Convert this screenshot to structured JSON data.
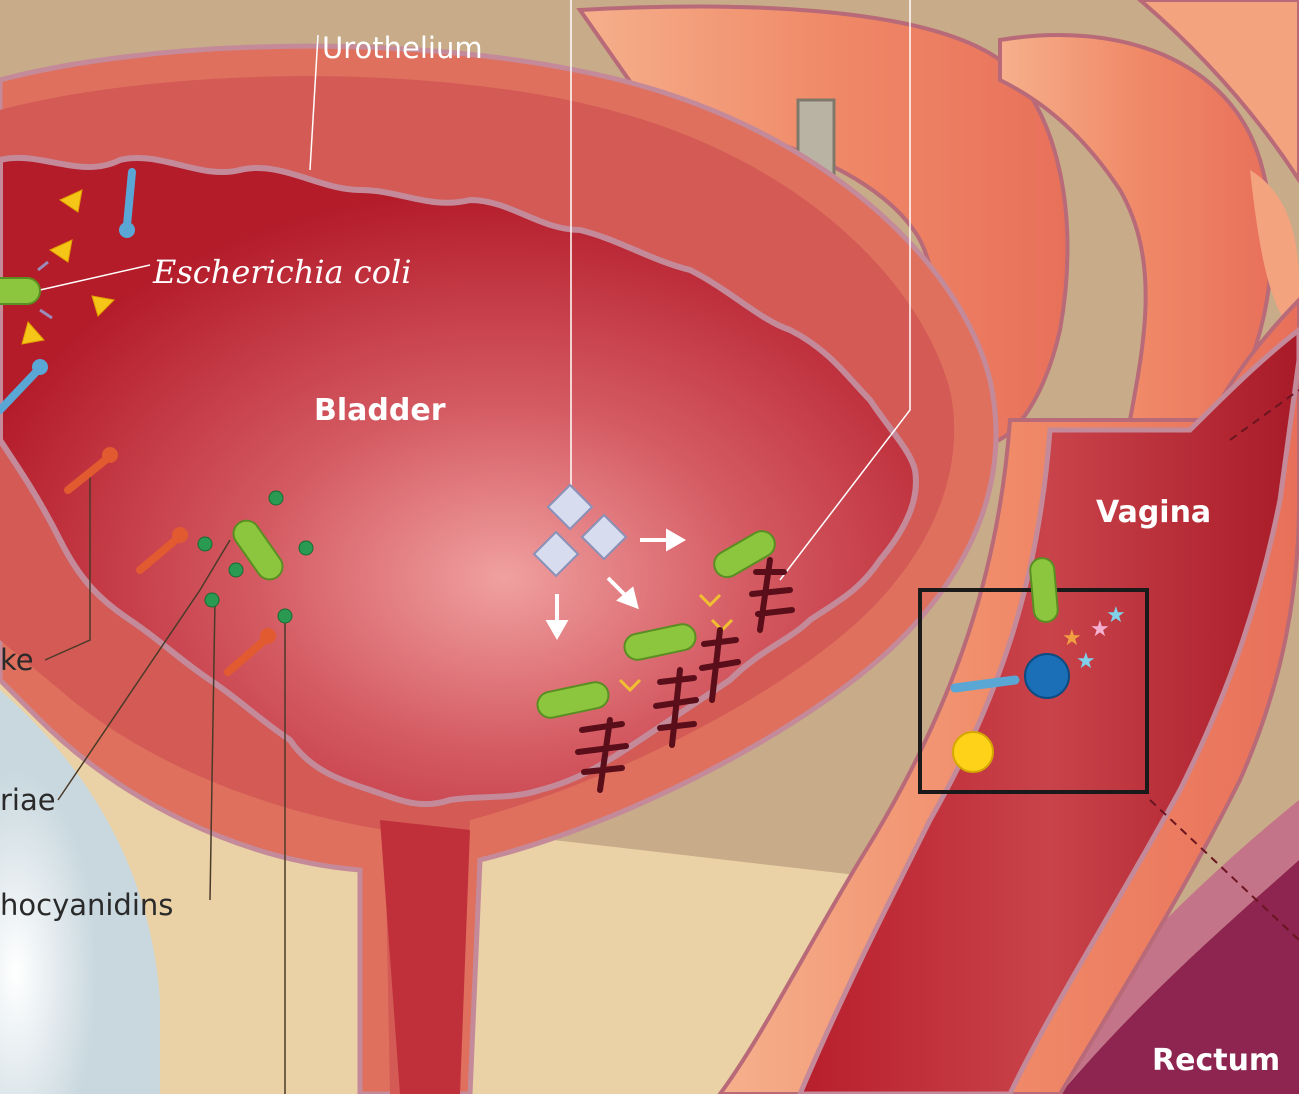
{
  "labels": {
    "urothelium": "Urothelium",
    "ecoli": "Escherichia coli",
    "bladder": "Bladder",
    "vagina": "Vagina",
    "rectum": "Rectum",
    "left_ke": "ke",
    "left_riae": "riae",
    "left_hocyanidins": "hocyanidins"
  },
  "colors": {
    "background_tan": "#c8ab88",
    "lumen_red": "#b81e2c",
    "wall_salmon": "#e0705e",
    "membrane_pink": "#c48a9a",
    "vaginal_peach": "#f4a37f",
    "bacterium_green": "#8cc63e",
    "receptor_blue": "#5aa7d6",
    "receptor_orange": "#e25a30",
    "rectum_purple": "#8e2450",
    "highlight_box": "#1a1a1a"
  },
  "icons": [
    "bacterium-icon",
    "receptor-icon",
    "crystal-icon",
    "star-icon",
    "cell-icon",
    "fibre-icon",
    "arrow-icon"
  ]
}
